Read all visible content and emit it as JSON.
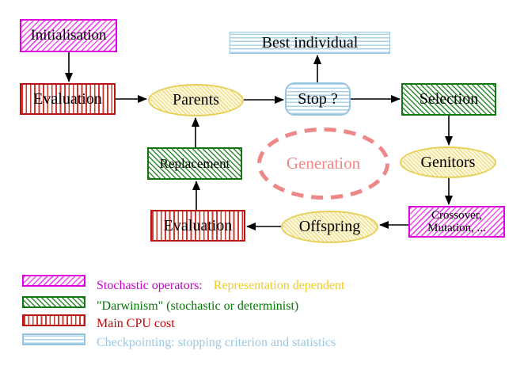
{
  "diagram": {
    "title": "evolutionary-algorithm-cycle",
    "nodes": {
      "initialisation": "Initialisation",
      "evaluation_top": "Evaluation",
      "parents": "Parents",
      "stop": "Stop ?",
      "best_individual": "Best individual",
      "selection": "Selection",
      "replacement": "Replacement",
      "generation": "Generation",
      "genitors": "Genitors",
      "evaluation_bottom": "Evaluation",
      "offspring": "Offspring",
      "crossover_line1": "Crossover,",
      "crossover_line2": "Mutation, ..."
    },
    "arrows": [
      "initialisation->evaluation_top",
      "evaluation_top->parents",
      "parents->stop",
      "stop->best_individual",
      "stop->selection",
      "selection->genitors",
      "genitors->crossover",
      "crossover->offspring",
      "offspring->evaluation_bottom",
      "evaluation_bottom->replacement",
      "replacement->parents"
    ]
  },
  "legend": {
    "row1_label": "Stochastic operators:",
    "row1_extra": "Representation dependent",
    "row2_label": "\"Darwinism\" (stochastic or determinist)",
    "row3_label": "Main CPU cost",
    "row4_label": "Checkpointing: stopping criterion and statistics"
  },
  "colors": {
    "magenta": "#dd00dd",
    "red": "#bb1111",
    "green": "#117711",
    "light_blue": "#99c4dd",
    "yellow": "#e8d058",
    "salmon": "#ee8888",
    "legend_magenta_text": "#cc00cc",
    "legend_yellow_text": "#eecc22",
    "legend_green_text": "#007700",
    "legend_red_text": "#cc0000",
    "legend_blue_text": "#99c8e6"
  }
}
